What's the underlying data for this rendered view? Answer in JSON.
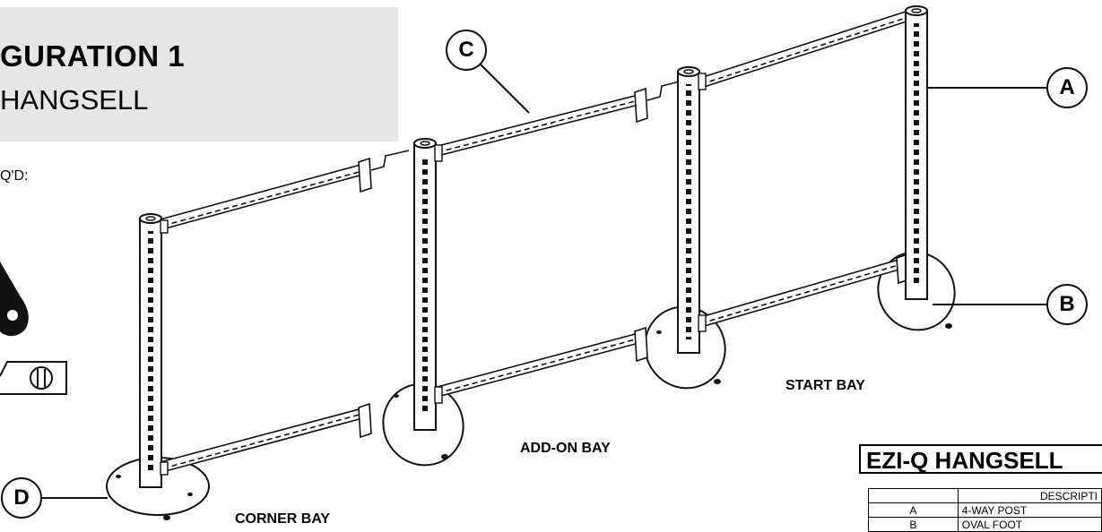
{
  "title": {
    "line1": "GURATION 1",
    "line2": "HANGSELL"
  },
  "tools_required_label": "Q'D:",
  "bays": {
    "start": "START BAY",
    "add_on": "ADD-ON BAY",
    "corner": "CORNER BAY"
  },
  "callouts": {
    "a": "A",
    "b": "B",
    "c": "C",
    "d": "D"
  },
  "bom": {
    "title": "EZI-Q HANGSELL",
    "header": [
      "",
      "DESCRIPTI"
    ],
    "rows": [
      {
        "item": "A",
        "description": "4-WAY POST"
      },
      {
        "item": "B",
        "description": "OVAL FOOT"
      }
    ]
  }
}
